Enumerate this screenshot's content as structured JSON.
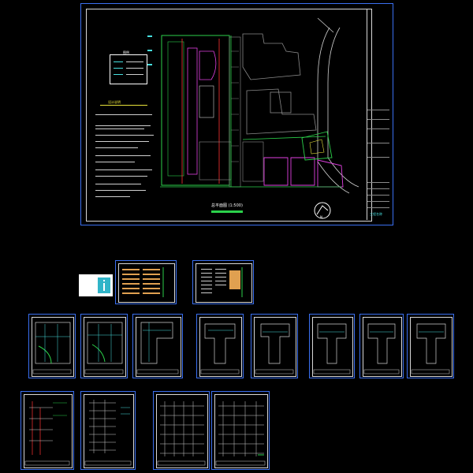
{
  "main_sheet": {
    "plan_title": "总平面图 (1:500)",
    "legend_title": "图例",
    "notes_title": "设计说明",
    "compass_label": "N",
    "title_block_label": "工程名称"
  },
  "colors": {
    "sheet_border": "#3a6ff0",
    "frame": "#d8d8d8",
    "pipe_green": "#2bd14a",
    "wall_magenta": "#e040e0",
    "text_cyan": "#46e0e0",
    "accent_red": "#ff3333",
    "accent_yellow": "#e8e23a"
  },
  "icons": {
    "compass": "north-arrow-icon",
    "info": "info-icon"
  }
}
